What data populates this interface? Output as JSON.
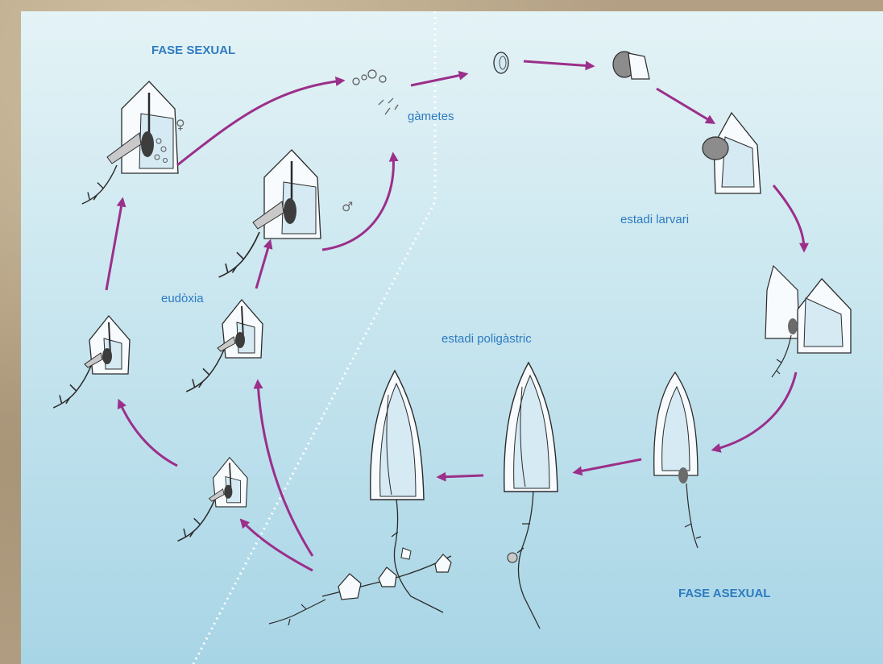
{
  "labels": {
    "fase_sexual": "FASE SEXUAL",
    "gametes": "gàmetes",
    "estadi_larvari": "estadi larvari",
    "eudoxia": "eudòxia",
    "estadi_poligastric": "estadi poligàstric",
    "fase_asexual": "FASE ASEXUAL"
  },
  "symbols": {
    "female": "♀",
    "male": "♂"
  },
  "colors": {
    "arrow": "#9b2f8a",
    "label": "#2e7bc0",
    "organism_stroke": "#2b2b2b",
    "organism_fill": "#f7fbfd",
    "inner_fill": "#d5eaf3",
    "divider": "#ffffff"
  }
}
